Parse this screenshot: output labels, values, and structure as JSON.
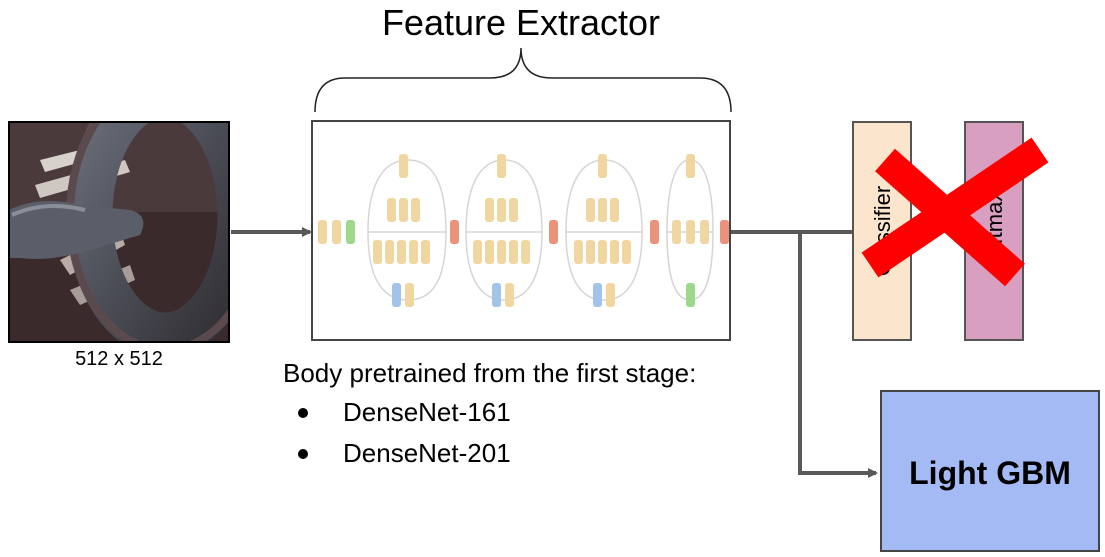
{
  "title": "Feature Extractor",
  "input_image": {
    "size_label": "512 x 512"
  },
  "body_note": {
    "heading": "Body pretrained from the first stage:",
    "items": [
      "DenseNet-161",
      "DenseNet-201"
    ]
  },
  "heads": {
    "classifier_label": "Classifier",
    "softmax_label": "Softmax",
    "classifier_color": "#fce5cd",
    "softmax_color": "#d99fc1",
    "cross_color": "#ff0000"
  },
  "lightgbm": {
    "label": "Light GBM",
    "color": "#a4baf5"
  },
  "colors": {
    "arrow": "#595959",
    "block_tan": "#f0d7a2",
    "block_green": "#9dd88b",
    "block_red": "#e8937a",
    "block_blue": "#a4c3e8"
  }
}
